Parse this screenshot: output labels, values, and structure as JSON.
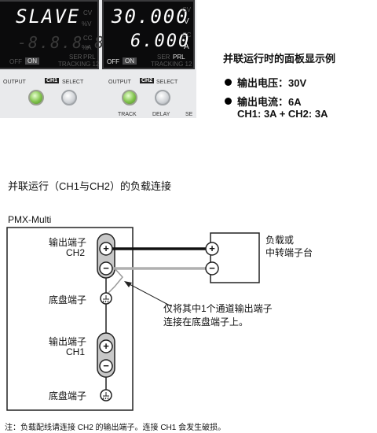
{
  "panel": {
    "left_display": {
      "top_value": "SLAVE",
      "bottom_value": "-8.8.8.8",
      "cv": "CV",
      "percent_v": "%V",
      "cc": "CC",
      "percent_a": "%A",
      "off": "OFF",
      "on": "ON",
      "ser": "SER",
      "prl": "PRL",
      "tracking": "TRACKING 12"
    },
    "right_display": {
      "top_value": "30.000",
      "top_unit": "V",
      "bottom_value": "6.000",
      "bottom_unit": "A",
      "cv": "CV",
      "cc": "CC",
      "off": "OFF",
      "on": "ON",
      "ser": "SER",
      "prl": "PRL",
      "tracking": "TRACKING 12"
    },
    "ch1_row": {
      "output": "OUTPUT",
      "channel": "CH1",
      "select": "SELECT"
    },
    "ch2_row": {
      "output": "OUTPUT",
      "channel": "CH2",
      "select": "SELECT"
    },
    "bottom_labels": {
      "track": "TRACK",
      "delay": "DELAY",
      "sel": "SE"
    }
  },
  "info": {
    "title": "并联运行时的面板显示例",
    "bullet1": "输出电压：30V",
    "bullet2": "输出电流：6A",
    "ch_sum": "CH1: 3A + CH2: 3A"
  },
  "diagram": {
    "title": "并联运行（CH1与CH2）的负载连接",
    "device": "PMX-Multi",
    "ch2_label_1": "输出端子",
    "ch2_label_2": "CH2",
    "chassis_1": "底盘端子",
    "ch1_label_1": "输出端子",
    "ch1_label_2": "CH1",
    "chassis_2": "底盘端子",
    "load_1": "负载或",
    "load_2": "中转端子台",
    "annot_1": "仅将其中1个通道输出端子",
    "annot_2": "连接在底盘端子上。",
    "plus": "+",
    "minus": "−",
    "footnote": "注：负载配线请连接 CH2 的输出端子。连接 CH1 会发生破损。"
  },
  "colors": {
    "panel_bg": "#e9eaec",
    "lcd_bg": "#0b0b0c",
    "button_green": "#7fc24a",
    "button_gray": "#cfd2d6",
    "wire_positive": "#111111",
    "wire_negative": "#b0b0b0",
    "terminal_fill": "#c8c8c8"
  }
}
